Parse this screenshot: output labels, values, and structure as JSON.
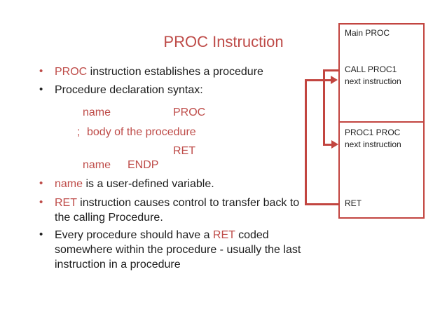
{
  "title": "PROC Instruction",
  "colors": {
    "accent_red": "#be4b48",
    "diagram_red": "#c24540",
    "text_black": "#1d1d1d",
    "background": "#ffffff"
  },
  "bullets": [
    {
      "marker": "red",
      "lines": [
        [
          {
            "t": "PROC",
            "c": "red"
          },
          {
            "t": " instruction establishes a procedure",
            "c": "black"
          }
        ]
      ]
    },
    {
      "marker": "black",
      "lines": [
        [
          {
            "t": "Procedure declaration syntax:",
            "c": "black"
          }
        ]
      ]
    },
    {
      "marker": "red",
      "lines": [
        [
          {
            "t": "name",
            "c": "red"
          },
          {
            "t": " is a user-defined variable.",
            "c": "black"
          }
        ]
      ]
    },
    {
      "marker": "red",
      "lines": [
        [
          {
            "t": "RET",
            "c": "red"
          },
          {
            "t": " instruction causes control to transfer back to",
            "c": "black"
          }
        ],
        [
          {
            "t": "the calling Procedure.",
            "c": "black"
          }
        ]
      ]
    },
    {
      "marker": "black",
      "lines": [
        [
          {
            "t": "Every procedure should have a ",
            "c": "black"
          },
          {
            "t": "RET",
            "c": "red"
          },
          {
            "t": " coded",
            "c": "black"
          }
        ],
        [
          {
            "t": "somewhere within the procedure - usually the last",
            "c": "black"
          }
        ],
        [
          {
            "t": "instruction in a procedure",
            "c": "black"
          }
        ]
      ]
    }
  ],
  "syntax_lines": [
    [
      "name",
      "PROC"
    ],
    [
      ";",
      "body of the procedure"
    ],
    [
      "RET"
    ],
    [
      "name",
      "ENDP"
    ]
  ],
  "diagram": {
    "main_label": "Main PROC",
    "call_line1": "CALL PROC1",
    "call_line2": "next instruction",
    "proc1_line1": "PROC1 PROC",
    "proc1_line2": "next instruction",
    "ret_label": "RET",
    "call_arrow": "call-to-proc1",
    "return_arrow": "ret-to-next-instruction"
  }
}
